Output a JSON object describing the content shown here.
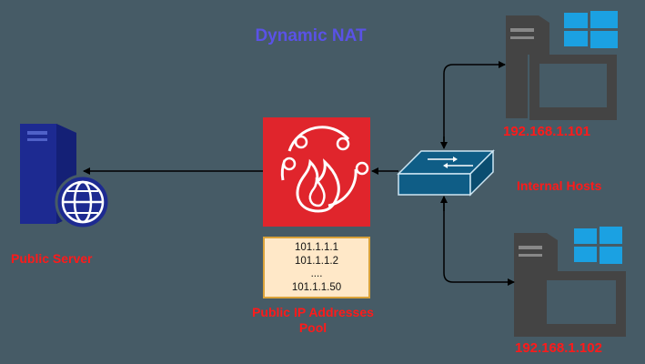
{
  "title": "Dynamic NAT",
  "labels": {
    "public_server": "Public Server",
    "pool_line1": "Public IP Addresses",
    "pool_line2": "Pool",
    "internal_hosts": "Internal Hosts",
    "host1_ip": "192.168.1.101",
    "host2_ip": "192.168.1.102"
  },
  "pool_addresses": [
    "101.1.1.1",
    "101.1.1.2",
    "....",
    "101.1.1.50"
  ],
  "icons": {
    "server": "public-server-icon",
    "firewall": "firewall-icon",
    "switch": "switch-icon",
    "host": "windows-workstation-icon"
  },
  "colors": {
    "background": "#465b66",
    "title": "#5a52e6",
    "label_red": "#ff1a1a",
    "firewall": "#e0252c",
    "switch": "#0f5d86",
    "server": "#1d2a91",
    "pool_fill": "#ffe8c8",
    "pool_border": "#d9a23a",
    "host_gray": "#444444",
    "windows_blue": "#1ba1e2"
  }
}
